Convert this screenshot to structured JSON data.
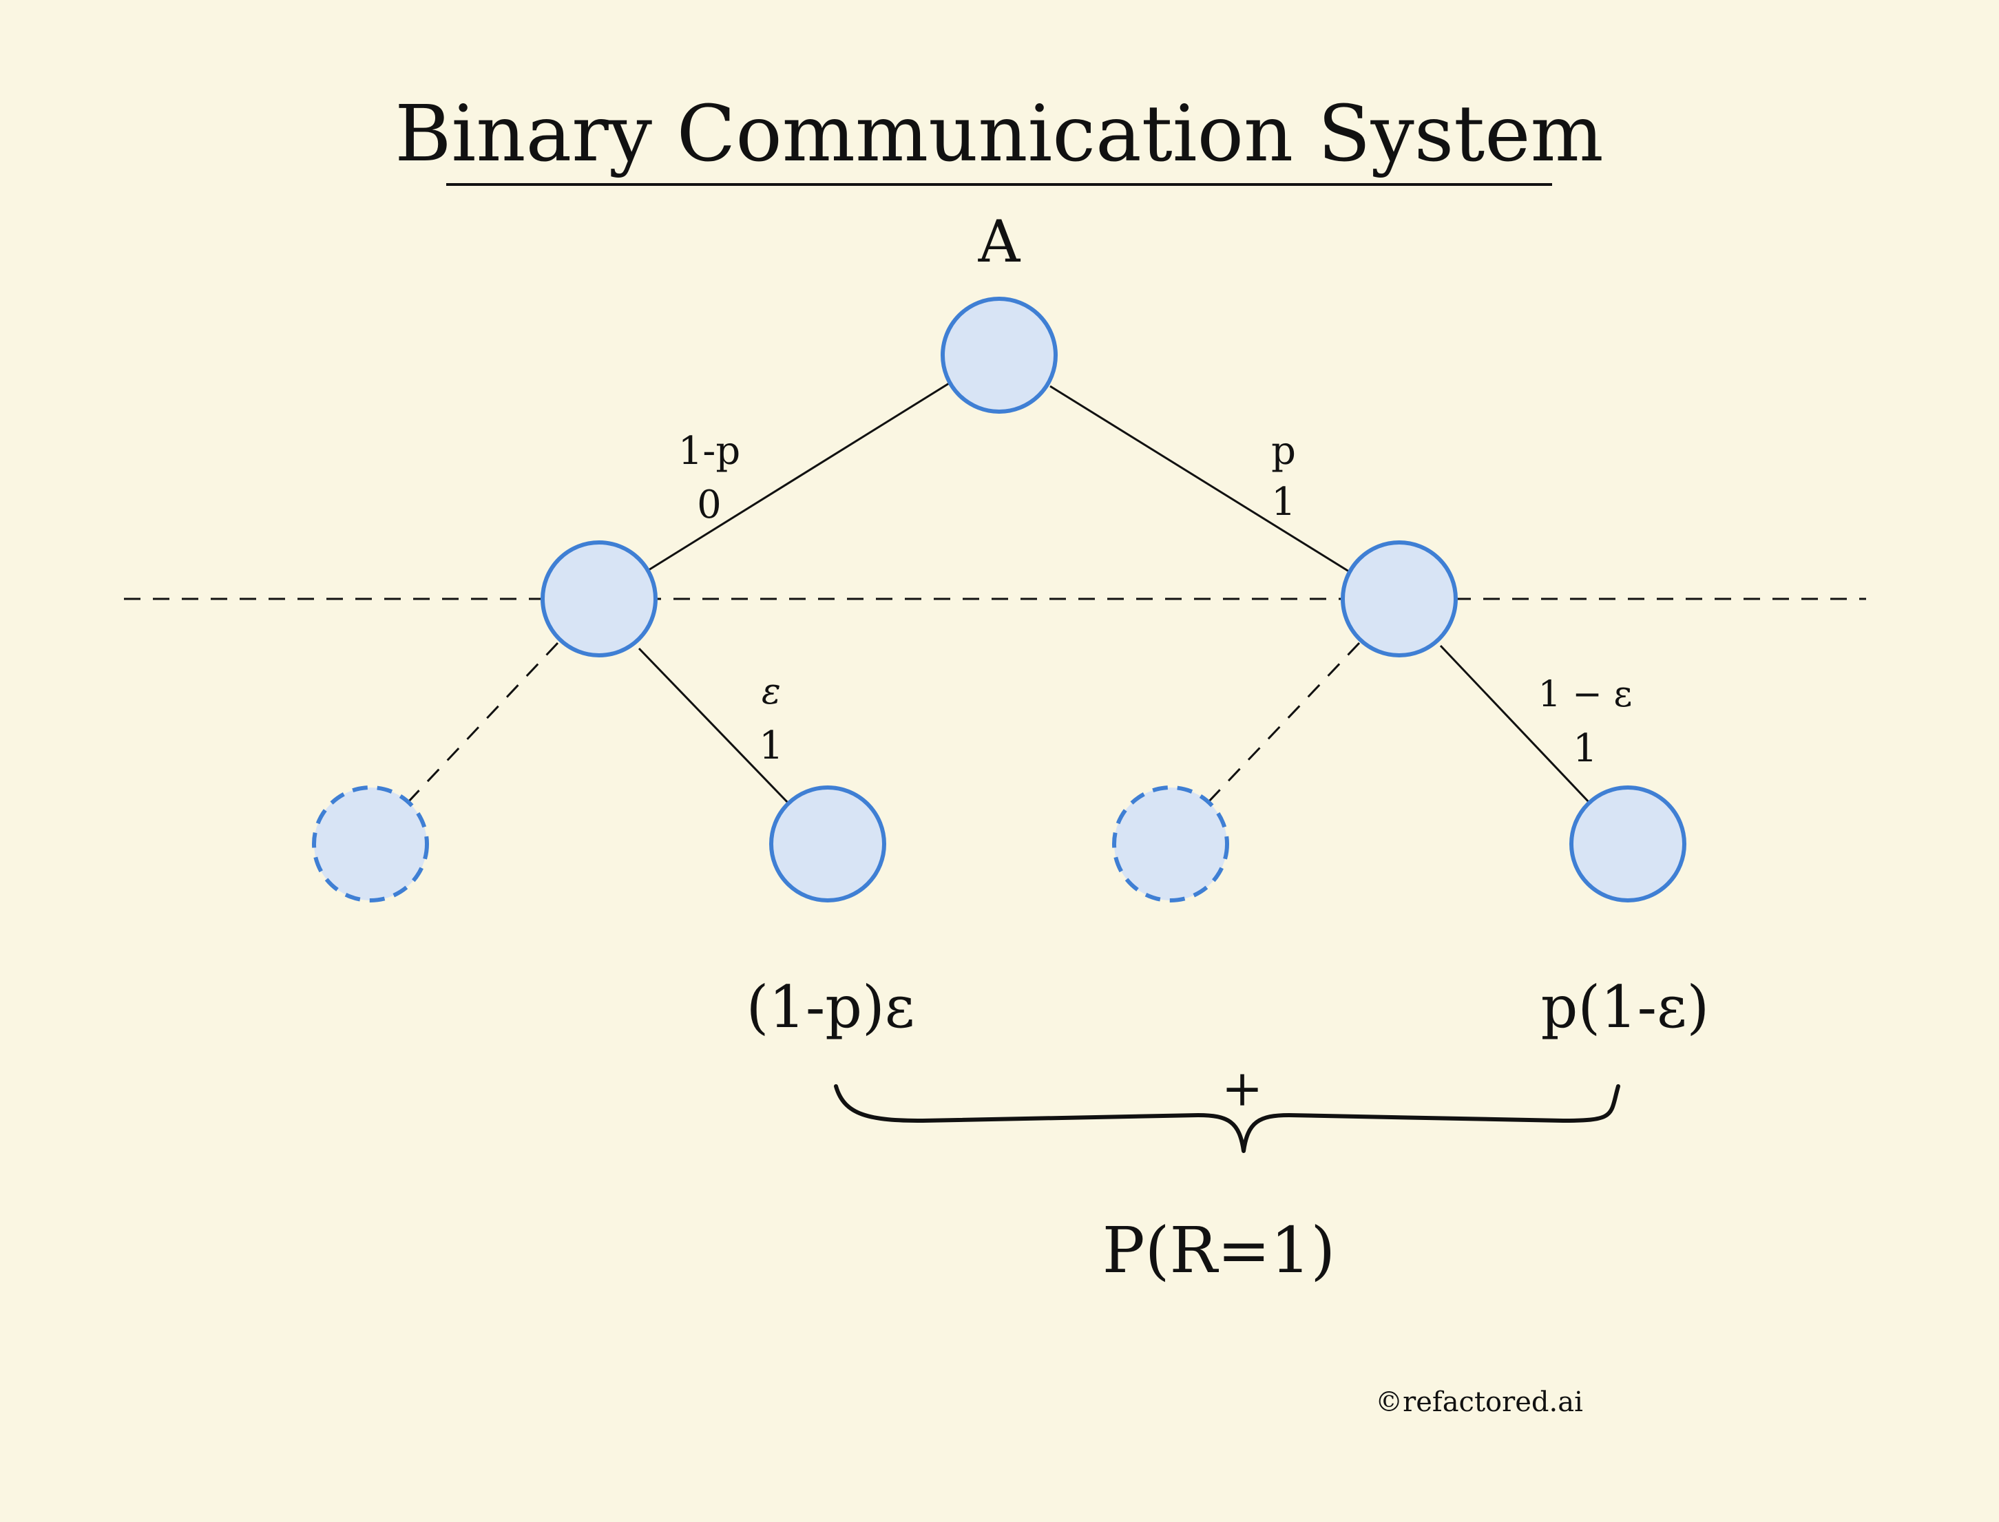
{
  "title": "Binary Communication System",
  "root_label": "A",
  "edges": {
    "top_left": {
      "prob": "1-p",
      "bit": "0"
    },
    "top_right": {
      "prob": "p",
      "bit": "1"
    },
    "left_child": {
      "prob": "ε",
      "bit": "1"
    },
    "right_child": {
      "prob": "1 − ε",
      "bit": "1"
    }
  },
  "results": {
    "left": "(1-p)ε",
    "right": "p(1-ε)",
    "operator": "+",
    "total": "P(R=1)"
  },
  "watermark": "©refactored.ai",
  "colors": {
    "background": "#faf6e2",
    "node_fill": "#d8e4f5",
    "node_stroke": "#3f7fd4",
    "line": "#111111"
  }
}
